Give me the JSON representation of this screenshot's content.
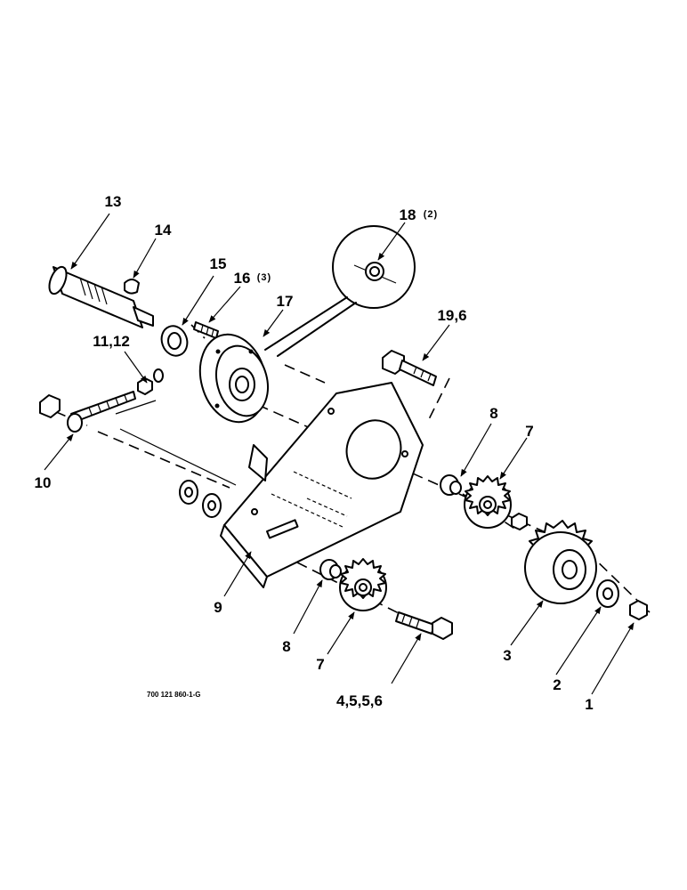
{
  "figure_code": "700 121 860-1-G",
  "callouts": {
    "c1": "1",
    "c2": "2",
    "c3": "3",
    "c4": "4,5,5,6",
    "c7a": "7",
    "c7b": "7",
    "c8a": "8",
    "c8b": "8",
    "c9": "9",
    "c10": "10",
    "c11": "11,12",
    "c13": "13",
    "c14": "14",
    "c15": "15",
    "c16": "16",
    "c16q": "(3)",
    "c17": "17",
    "c18": "18",
    "c18q": "(2)",
    "c19": "19,6"
  }
}
